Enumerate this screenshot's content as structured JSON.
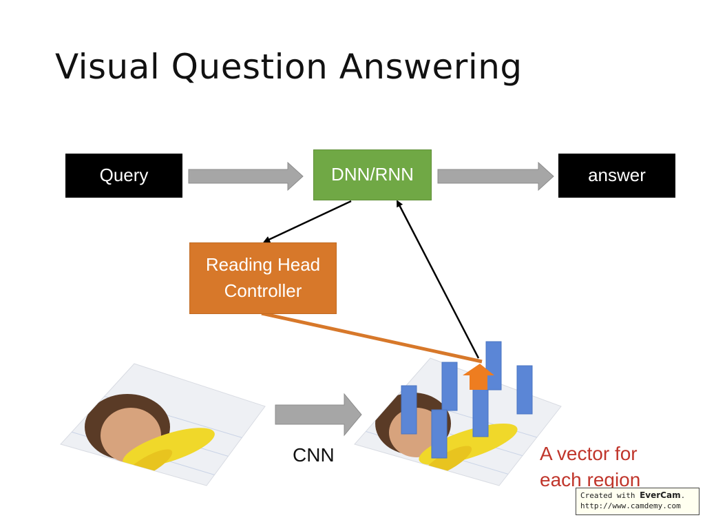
{
  "title": "Visual Question Answering",
  "nodes": {
    "query": "Query",
    "dnn": "DNN/RNN",
    "answer": "answer",
    "reading_head_line1": "Reading Head",
    "reading_head_line2": "Controller"
  },
  "labels": {
    "cnn": "CNN",
    "vector_line1": "A vector for",
    "vector_line2": "each region"
  },
  "credit": {
    "prefix": "Created with ",
    "brand": "EverCam",
    "suffix": ".",
    "url": "http://www.camdemy.com"
  },
  "colors": {
    "black_box": "#000000",
    "dnn_green": "#70a845",
    "controller_orange": "#d7782a",
    "region_bar_blue": "#5b86d6",
    "annotation_red": "#c0352b",
    "arrow_gray": "#a6a6a6"
  }
}
